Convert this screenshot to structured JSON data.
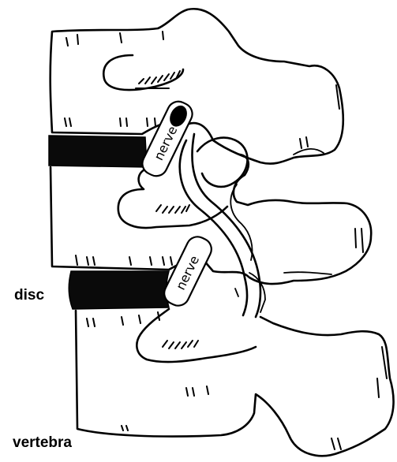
{
  "labels": {
    "disc": "disc",
    "vertebra": "vertebra",
    "nerve_upper": "nerve",
    "nerve_lower": "nerve"
  },
  "colors": {
    "ink": "#000000",
    "background": "#ffffff",
    "disc_fill": "#0a0a0a"
  }
}
